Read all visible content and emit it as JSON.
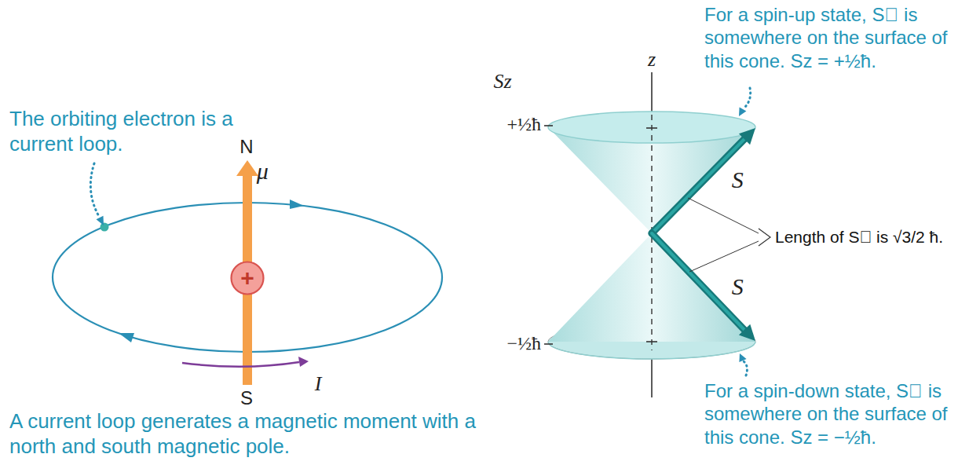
{
  "diagram": {
    "nodes": [
      {
        "text": [
          "+"
        ]
      }
    ],
    "labels": [
      "The orbiting electron is a current loop.",
      "N",
      "μ⃗",
      "S",
      "I",
      "A current loop generates a magnetic moment with a north and south magnetic pole.",
      "Sz",
      "z",
      "+½ħ",
      "−½ħ",
      "S⃗",
      "S⃗",
      "Length of S⃗ is √3/2 ħ.",
      "For a spin-up state, S⃗ is somewhere on the surface of this cone. Sz = +½ħ.",
      "For a spin-down state, S⃗ is somewhere on the surface of this cone. Sz = −½ħ."
    ]
  }
}
